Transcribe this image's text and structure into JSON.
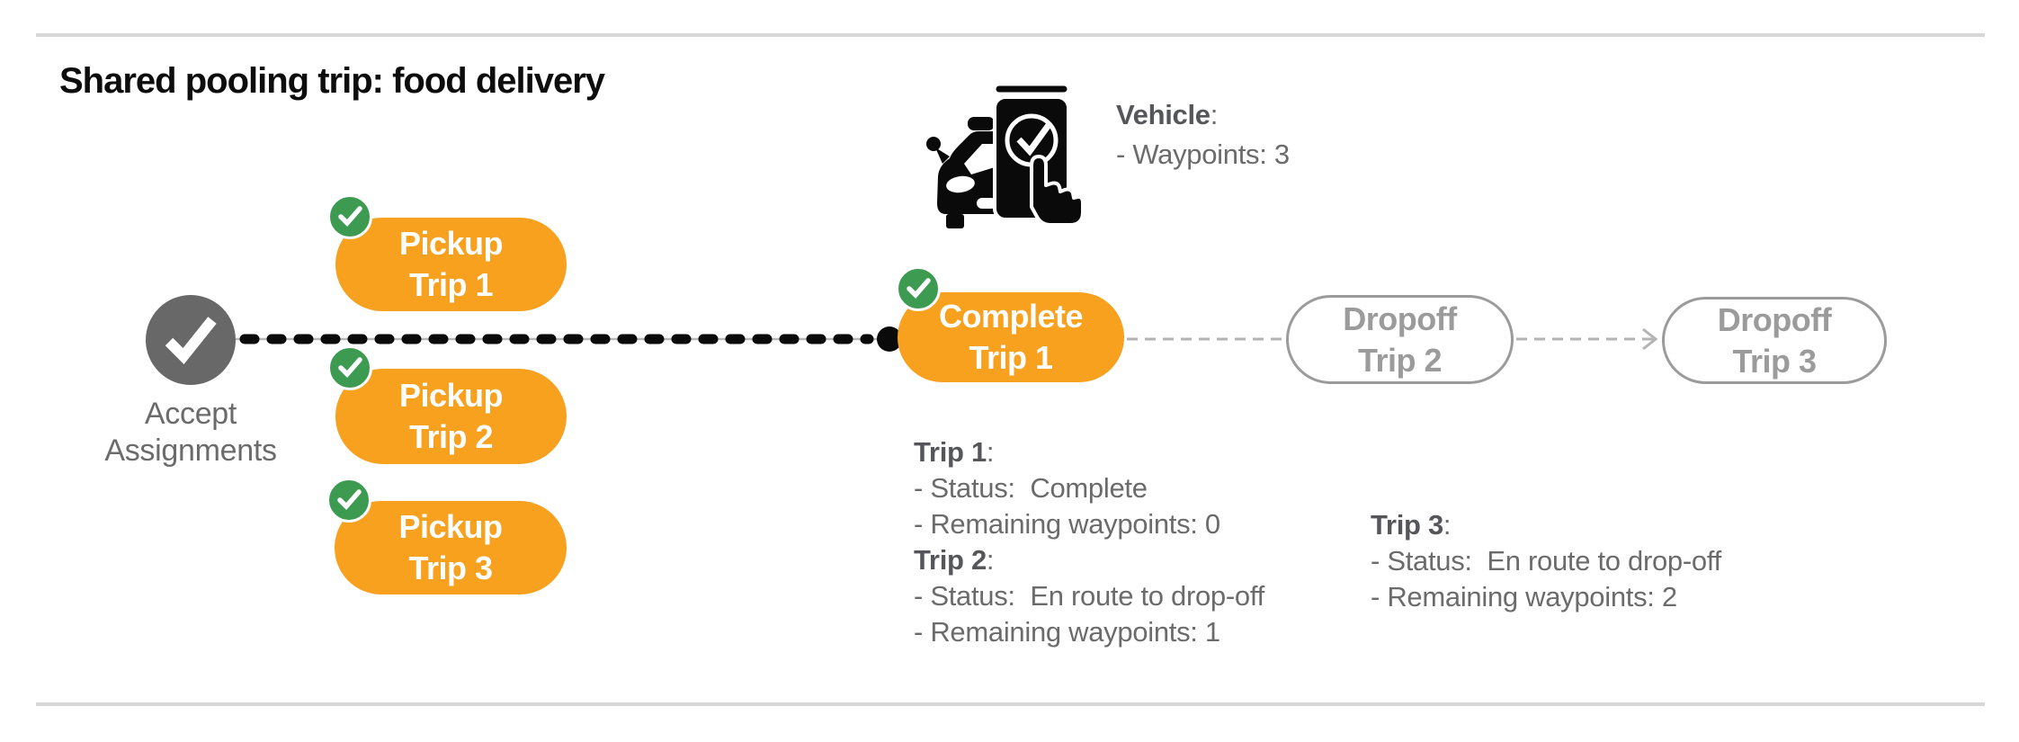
{
  "title": "Shared pooling trip: food delivery",
  "punct": {
    "colon": ":"
  },
  "vehicle": {
    "label": "Vehicle",
    "waypoints_line": "- Waypoints: 3",
    "icon": "car-phone-check-icon"
  },
  "flow": {
    "accept": {
      "line1": "Accept",
      "line2": "Assignments",
      "icon": "check-icon"
    },
    "pickups": [
      {
        "line1": "Pickup",
        "line2": "Trip 1",
        "badge_icon": "check-icon"
      },
      {
        "line1": "Pickup",
        "line2": "Trip 2",
        "badge_icon": "check-icon"
      },
      {
        "line1": "Pickup",
        "line2": "Trip 3",
        "badge_icon": "check-icon"
      }
    ],
    "complete": {
      "line1": "Complete",
      "line2": "Trip 1",
      "badge_icon": "check-icon"
    },
    "dropoffs": [
      {
        "line1": "Dropoff",
        "line2": "Trip 2"
      },
      {
        "line1": "Dropoff",
        "line2": "Trip 3"
      }
    ]
  },
  "trips": [
    {
      "label": "Trip 1",
      "status_line": "- Status:  Complete",
      "waypoints_line": "- Remaining waypoints: 0"
    },
    {
      "label": "Trip 2",
      "status_line": "- Status:  En route to drop-off",
      "waypoints_line": "- Remaining waypoints: 1"
    },
    {
      "label": "Trip 3",
      "status_line": "- Status:  En route to drop-off",
      "waypoints_line": "- Remaining waypoints: 2"
    }
  ],
  "colors": {
    "pill_orange": "#F7A11E",
    "badge_green": "#3D9B51",
    "node_gray": "#686868",
    "ghost_gray": "#9B9B9B",
    "text_gray": "#6B6B6B",
    "heading_gray": "#55565A",
    "connector_black": "#0A0A0A",
    "connector_gray": "#B3B3B3",
    "divider_gray": "#D7D7D7"
  }
}
